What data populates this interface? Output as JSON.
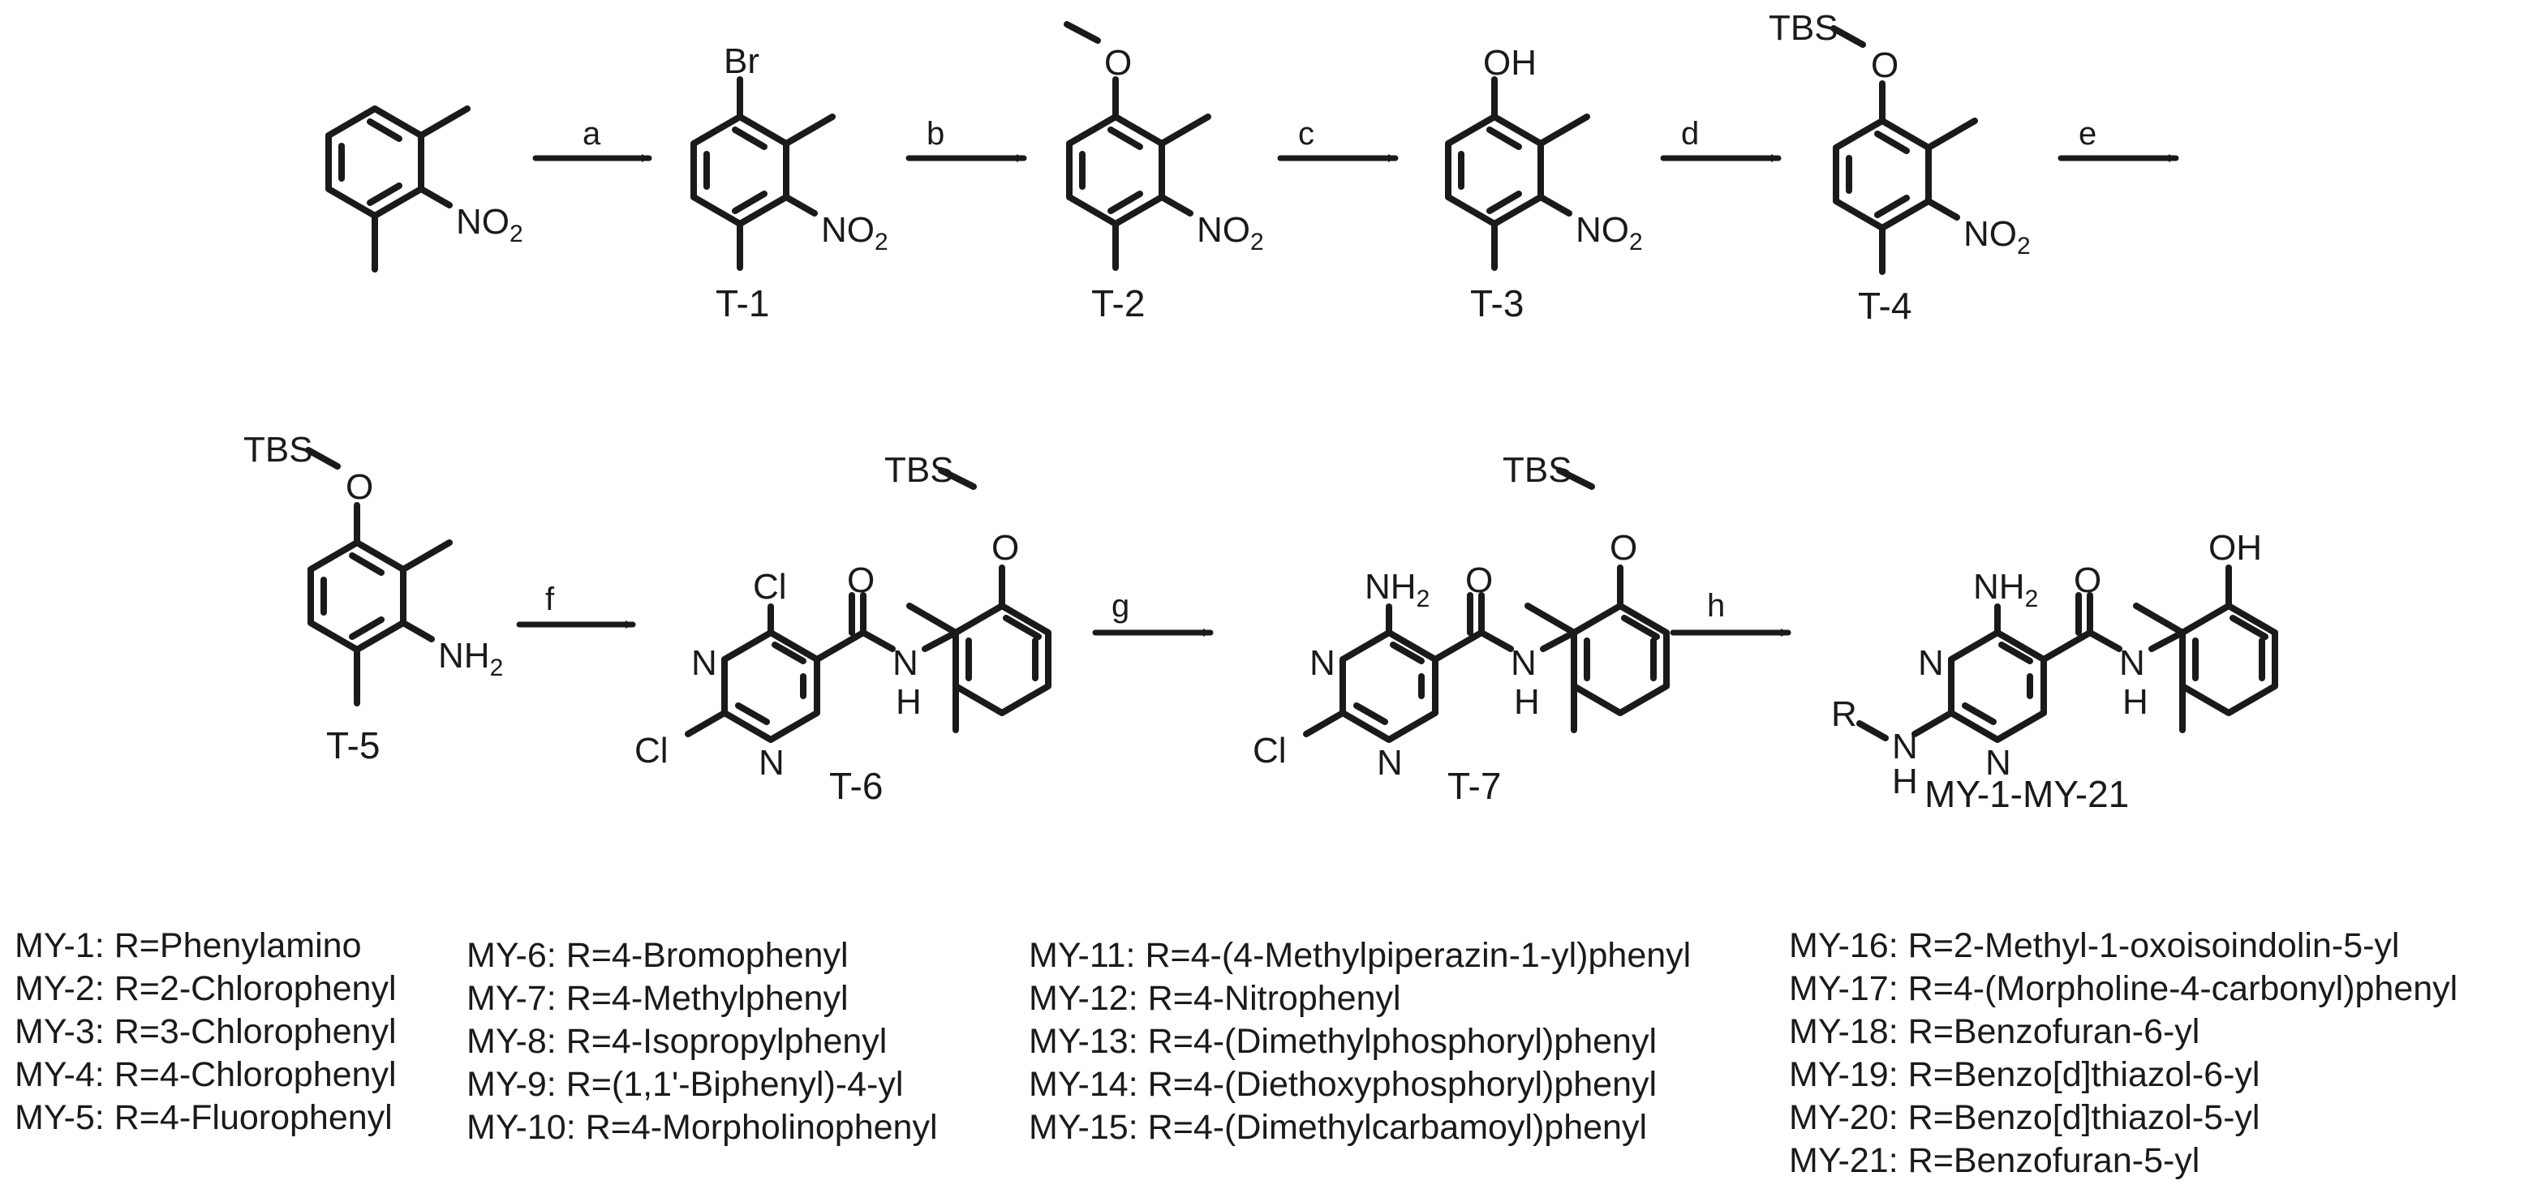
{
  "reaction_steps": [
    "a",
    "b",
    "c",
    "d",
    "e",
    "f",
    "g",
    "h"
  ],
  "groups": {
    "nitro": "NO",
    "nitro_sub": "2",
    "amine": "NH",
    "amine_sub": "2",
    "bromo": "Br",
    "hydroxy": "OH",
    "oxygen": "O",
    "silyl": "TBS",
    "chloro": "Cl",
    "nitrogen": "N",
    "hydrogen": "H",
    "rgroup": "R"
  },
  "compounds": {
    "t1": "T-1",
    "t2": "T-2",
    "t3": "T-3",
    "t4": "T-4",
    "t5": "T-5",
    "t6": "T-6",
    "t7": "T-7",
    "final": "MY-1-MY-21"
  },
  "legend_columns": [
    [
      {
        "code": "MY-1:",
        "r": "R=Phenylamino"
      },
      {
        "code": "MY-2:",
        "r": "R=2-Chlorophenyl"
      },
      {
        "code": "MY-3:",
        "r": "R=3-Chlorophenyl"
      },
      {
        "code": "MY-4:",
        "r": "R=4-Chlorophenyl"
      },
      {
        "code": "MY-5:",
        "r": "R=4-Fluorophenyl"
      }
    ],
    [
      {
        "code": "MY-6:",
        "r": "R=4-Bromophenyl"
      },
      {
        "code": "MY-7:",
        "r": "R=4-Methylphenyl"
      },
      {
        "code": "MY-8:",
        "r": "R=4-Isopropylphenyl"
      },
      {
        "code": "MY-9:",
        "r": "R=(1,1'-Biphenyl)-4-yl"
      },
      {
        "code": "MY-10:",
        "r": "R=4-Morpholinophenyl"
      }
    ],
    [
      {
        "code": "MY-11:",
        "r": "R=4-(4-Methylpiperazin-1-yl)phenyl"
      },
      {
        "code": "MY-12:",
        "r": "R=4-Nitrophenyl"
      },
      {
        "code": "MY-13:",
        "r": "R=4-(Dimethylphosphoryl)phenyl"
      },
      {
        "code": "MY-14:",
        "r": "R=4-(Diethoxyphosphoryl)phenyl"
      },
      {
        "code": "MY-15:",
        "r": "R=4-(Dimethylcarbamoyl)phenyl"
      }
    ],
    [
      {
        "code": "MY-16:",
        "r": "R=2-Methyl-1-oxoisoindolin-5-yl"
      },
      {
        "code": "MY-17:",
        "r": "R=4-(Morpholine-4-carbonyl)phenyl"
      },
      {
        "code": "MY-18:",
        "r": "R=Benzofuran-6-yl"
      },
      {
        "code": "MY-19:",
        "r": "R=Benzo[d]thiazol-6-yl"
      },
      {
        "code": "MY-20:",
        "r": "R=Benzo[d]thiazol-5-yl"
      },
      {
        "code": "MY-21:",
        "r": "R=Benzofuran-5-yl"
      }
    ]
  ]
}
